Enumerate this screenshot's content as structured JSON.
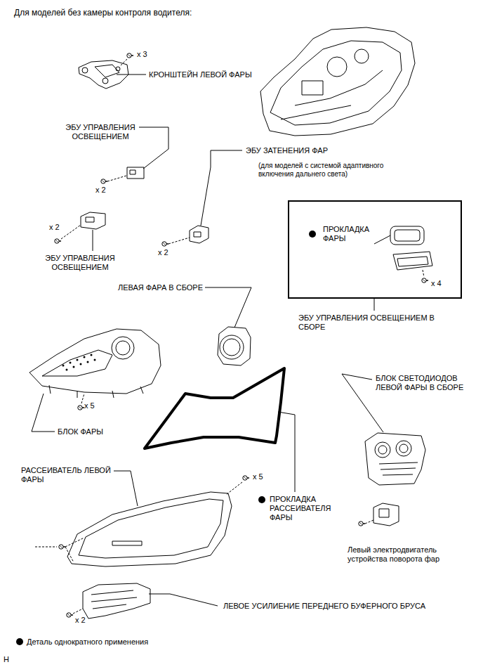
{
  "diagram": {
    "title": "Для моделей без камеры контроля водителя:",
    "nodes": [
      {
        "text": [
          "ПРОКЛАДКА ФАРЫ",
          "x 4"
        ]
      }
    ],
    "labels": [
      "x 3",
      "КРОНШТЕЙН ЛЕВОЙ ФАРЫ",
      "ЭБУ УПРАВЛЕНИЯ ОСВЕЩЕНИЕМ",
      "x 2",
      "ЭБУ ЗАТЕНЕНИЯ ФАР",
      "(для моделей с системой адаптивного включения дальнего света)",
      "x 2",
      "ЭБУ УПРАВЛЕНИЯ ОСВЕЩЕНИЕМ",
      "x 2",
      "ЭБУ УПРАВЛЕНИЯ ОСВЕЩЕНИЕМ В СБОРЕ",
      "ЛЕВАЯ ФАРА В СБОРЕ",
      "x 5",
      "БЛОК ФАРЫ",
      "БЛОК СВЕТОДИОДОВ ЛЕВОЙ ФАРЫ В СБОРЕ",
      "РАССЕИВАТЕЛЬ ЛЕВОЙ ФАРЫ",
      "x 5",
      "ПРОКЛАДКА РАССЕИВАТЕЛЯ ФАРЫ",
      "Левый электродвигатель устройства поворота фар",
      "ЛЕВОЕ УСИЛИЕНИЕ ПЕРЕДНЕГО БУФЕРНОГО БРУСА",
      "x 2",
      "H"
    ],
    "legend": [
      {
        "text": "Деталь однократного применения"
      }
    ]
  }
}
